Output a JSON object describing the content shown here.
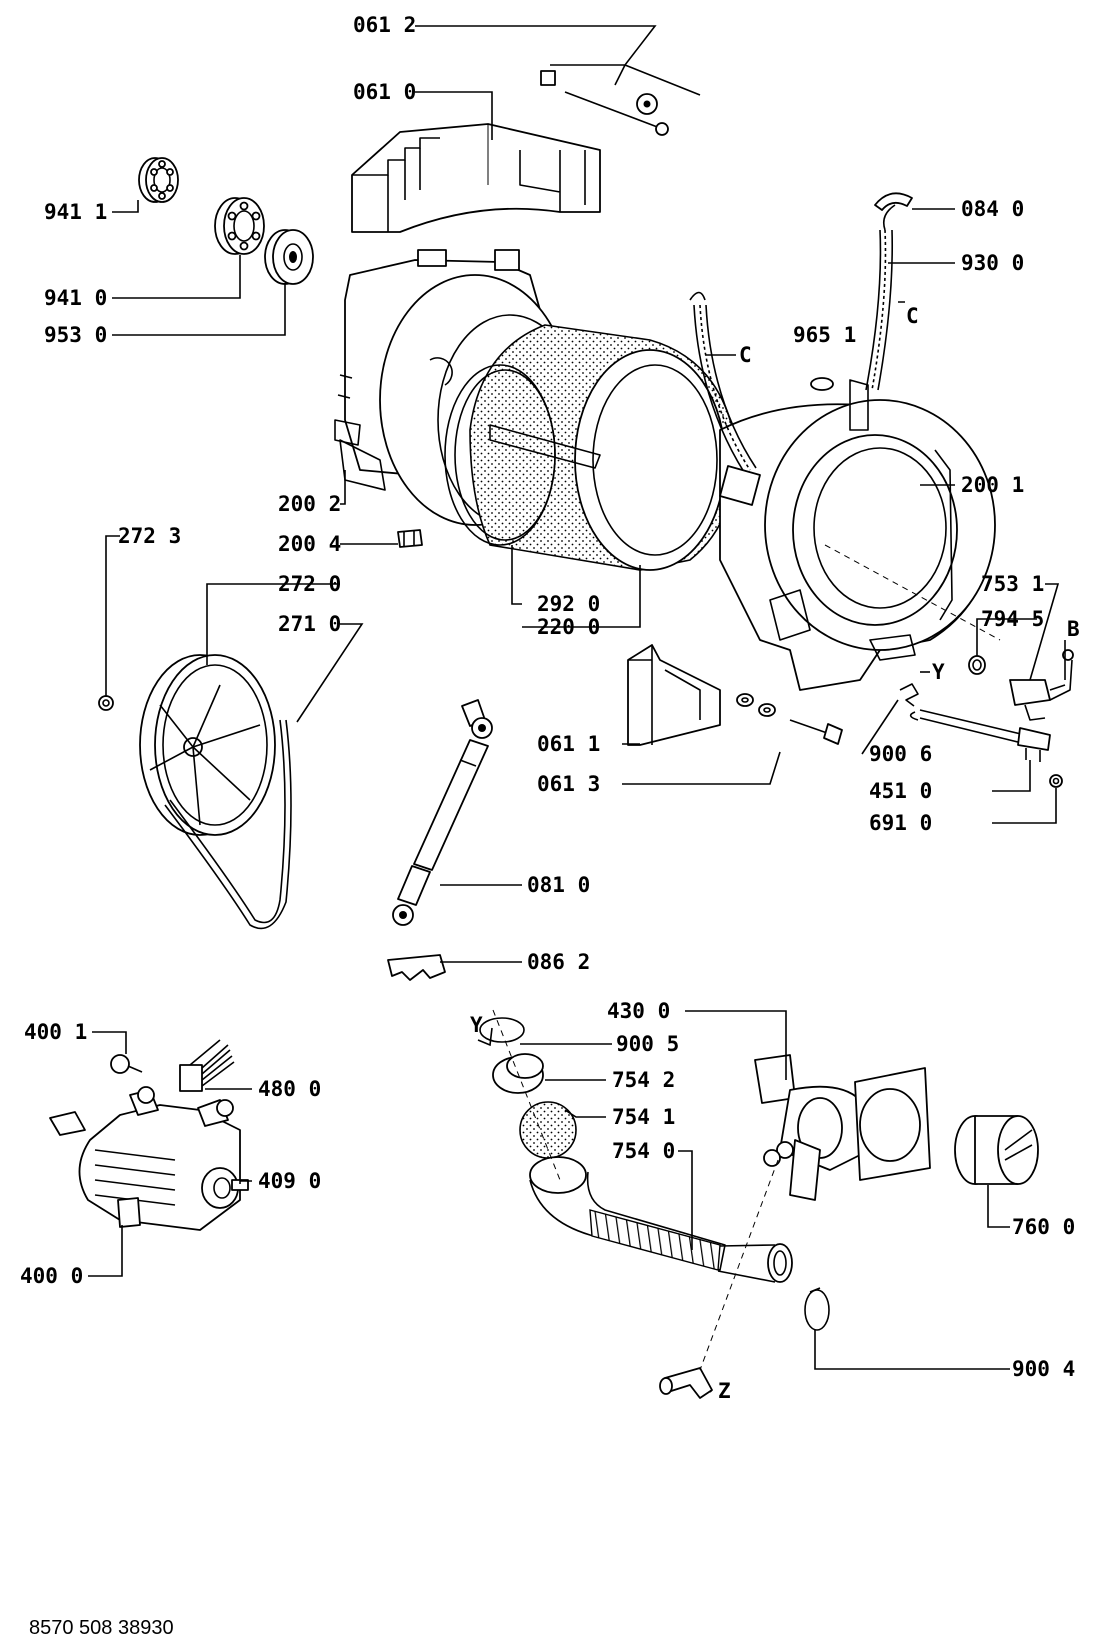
{
  "labels": {
    "p0612": "061 2",
    "p0610": "061 0",
    "p9411": "941 1",
    "p9410": "941 0",
    "p9530": "953 0",
    "p0840": "084 0",
    "p9300": "930 0",
    "c1": "C",
    "c2": "C",
    "p9651": "965 1",
    "p2001": "200 1",
    "p2002": "200 2",
    "p2004": "200 4",
    "p2723": "272 3",
    "p2720": "272 0",
    "p2710": "271 0",
    "p2920": "292 0",
    "p2200": "220 0",
    "p7531": "753 1",
    "p7945": "794 5",
    "b": "B",
    "y1": "Y",
    "p0611": "061 1",
    "p0613": "061 3",
    "p9006": "900 6",
    "p4510": "451 0",
    "p6910": "691 0",
    "p0810": "081 0",
    "p0862": "086 2",
    "p4001": "400 1",
    "p4800": "480 0",
    "p4090": "409 0",
    "p4000": "400 0",
    "y2": "Y",
    "p9005": "900 5",
    "p4300": "430 0",
    "p7542": "754 2",
    "p7541": "754 1",
    "p7540": "754 0",
    "p7600": "760 0",
    "p9004": "900 4",
    "z": "Z"
  },
  "document_ref": "8570 508 38930"
}
